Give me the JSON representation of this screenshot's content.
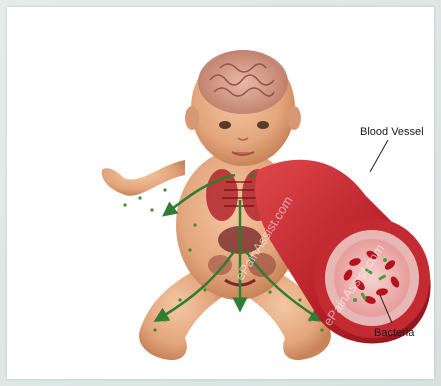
{
  "labels": {
    "blood_vessel": "Blood Vessel",
    "bacteria": "Bacteria"
  },
  "watermarks": {
    "primary": "ePainAssist.com",
    "secondary": "ePainAssist.com"
  },
  "colors": {
    "skin": "#e8b08a",
    "vessel": "#c0262c",
    "arrows": "#2e7d32",
    "blood_cells": "#b3121f"
  }
}
